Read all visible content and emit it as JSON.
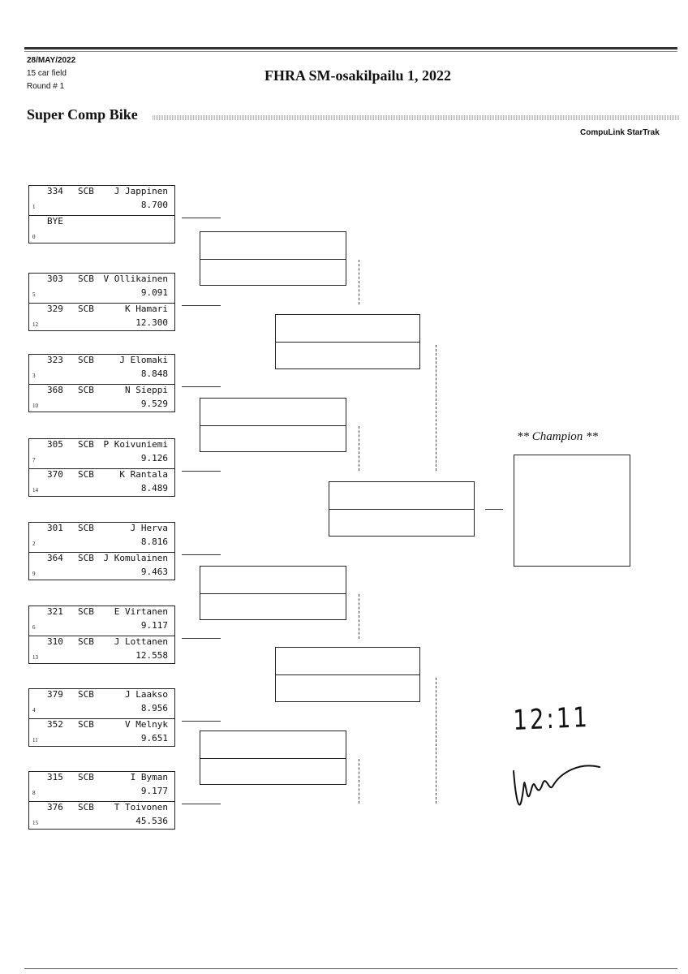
{
  "header": {
    "date": "28/MAY/2022",
    "field": "15 car field",
    "round": "Round # 1",
    "title": "FHRA SM-osakilpailu 1, 2022",
    "class_name": "Super Comp Bike",
    "software": "CompuLink StarTrak"
  },
  "round1": [
    [
      {
        "num": "334",
        "cls": "SCB",
        "name": "J Jappinen",
        "et": "8.700",
        "seed": "1"
      },
      {
        "num": "BYE",
        "cls": "",
        "name": "",
        "et": "",
        "seed": "0"
      }
    ],
    [
      {
        "num": "303",
        "cls": "SCB",
        "name": "V Ollikainen",
        "et": "9.091",
        "seed": "5"
      },
      {
        "num": "329",
        "cls": "SCB",
        "name": "K Hamari",
        "et": "12.300",
        "seed": "12"
      }
    ],
    [
      {
        "num": "323",
        "cls": "SCB",
        "name": "J Elomaki",
        "et": "8.848",
        "seed": "3"
      },
      {
        "num": "368",
        "cls": "SCB",
        "name": "N Sieppi",
        "et": "9.529",
        "seed": "10"
      }
    ],
    [
      {
        "num": "305",
        "cls": "SCB",
        "name": "P Koivuniemi",
        "et": "9.126",
        "seed": "7"
      },
      {
        "num": "370",
        "cls": "SCB",
        "name": "K Rantala",
        "et": "8.489",
        "seed": "14"
      }
    ],
    [
      {
        "num": "301",
        "cls": "SCB",
        "name": "J Herva",
        "et": "8.816",
        "seed": "2"
      },
      {
        "num": "364",
        "cls": "SCB",
        "name": "J Komulainen",
        "et": "9.463",
        "seed": "9"
      }
    ],
    [
      {
        "num": "321",
        "cls": "SCB",
        "name": "E Virtanen",
        "et": "9.117",
        "seed": "6"
      },
      {
        "num": "310",
        "cls": "SCB",
        "name": "J Lottanen",
        "et": "12.558",
        "seed": "13"
      }
    ],
    [
      {
        "num": "379",
        "cls": "SCB",
        "name": "J Laakso",
        "et": "8.956",
        "seed": "4"
      },
      {
        "num": "352",
        "cls": "SCB",
        "name": "V Melnyk",
        "et": "9.651",
        "seed": "11"
      }
    ],
    [
      {
        "num": "315",
        "cls": "SCB",
        "name": "I Byman",
        "et": "9.177",
        "seed": "8"
      },
      {
        "num": "376",
        "cls": "SCB",
        "name": "T Toivonen",
        "et": "45.536",
        "seed": "15"
      }
    ]
  ],
  "champion_label": "** Champion **",
  "handwriting": {
    "time": "12:11"
  }
}
